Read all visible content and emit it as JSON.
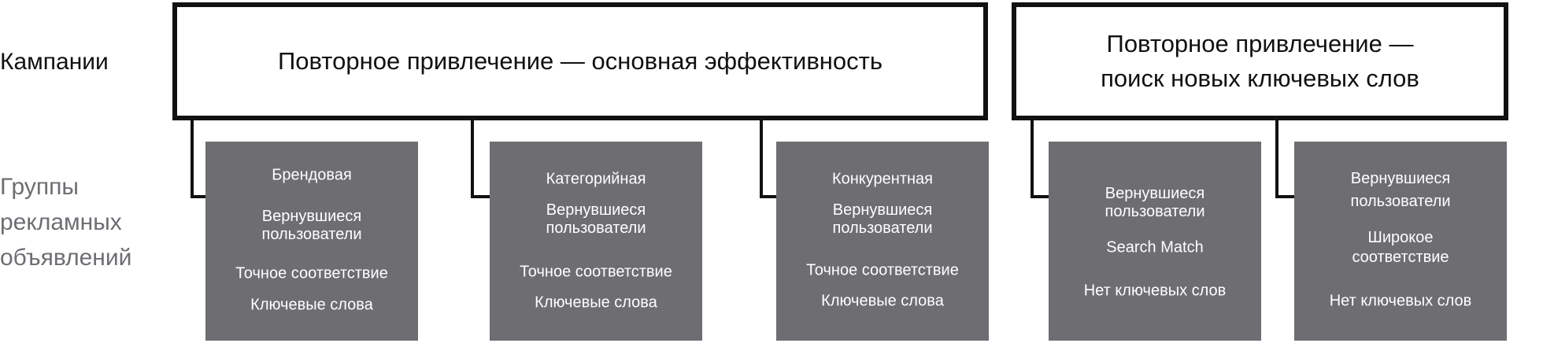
{
  "row_labels": {
    "campaigns": "Кампании",
    "ad_groups": "Группы рекламных объявлений"
  },
  "campaigns": [
    {
      "title": "Повторное привлечение — основная эффективность",
      "groups": [
        {
          "items": [
            "Брендовая",
            "Вернувшиеся пользователи",
            "Точное соответствие",
            "Ключевые слова"
          ]
        },
        {
          "items": [
            "Категорийная",
            "Вернувшиеся пользователи",
            "Точное соответствие",
            "Ключевые слова"
          ]
        },
        {
          "items": [
            "Конкурентная",
            "Вернувшиеся пользователи",
            "Точное соответствие",
            "Ключевые слова"
          ]
        }
      ]
    },
    {
      "title_lines": [
        "Повторное привлечение —",
        "поиск новых ключевых слов"
      ],
      "groups": [
        {
          "items": [
            "Вернувшиеся пользователи",
            "Search Match",
            "Нет ключевых слов"
          ]
        },
        {
          "items": [
            "Вернувшиеся пользователи",
            "Широкое соответствие",
            "Нет ключевых слов"
          ]
        }
      ]
    }
  ],
  "colors": {
    "group_fill": "#6e6d72",
    "border": "#111111"
  }
}
